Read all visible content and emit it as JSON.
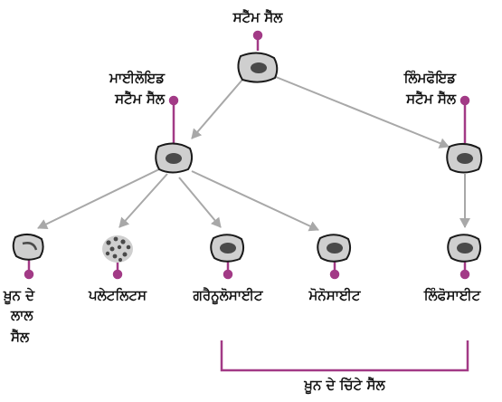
{
  "labels": {
    "stem_cell": "ਸਟੈੱਮ ਸੈੱਲ",
    "myeloid_line1": "ਮਾਈਲੋਇਡ",
    "myeloid_line2": "ਸਟੈੱਮ ਸੈੱਲ",
    "lymphoid_line1": "ਲਿੰਮਫੋਇਡ",
    "lymphoid_line2": "ਸਟੈੱਮ ਸੈੱਲ",
    "red_line1": "ਖ਼ੂਨ ਦੇ",
    "red_line2": "ਲਾਲ",
    "red_line3": "ਸੈੱਲ",
    "platelets": "ਪਲੇਟਲਿਟਸ",
    "granulocyte": "ਗਰੈਨੂਲੋਸਾਈਟ",
    "monocyte": "ਮੋਨੋਸਾਈਟ",
    "lymphocyte": "ਲਿੰਫੋਸਾਈਟ",
    "white_cells": "ਖ਼ੂਨ ਦੇ ਚਿੱਟੇ ਸੈੱਲ"
  },
  "colors": {
    "accent": "#a23a86",
    "arrow": "#a8a8a8",
    "cell_fill": "#cfcfcf",
    "cell_outline": "#1a1a1a",
    "nucleus": "#4a4a4a"
  }
}
